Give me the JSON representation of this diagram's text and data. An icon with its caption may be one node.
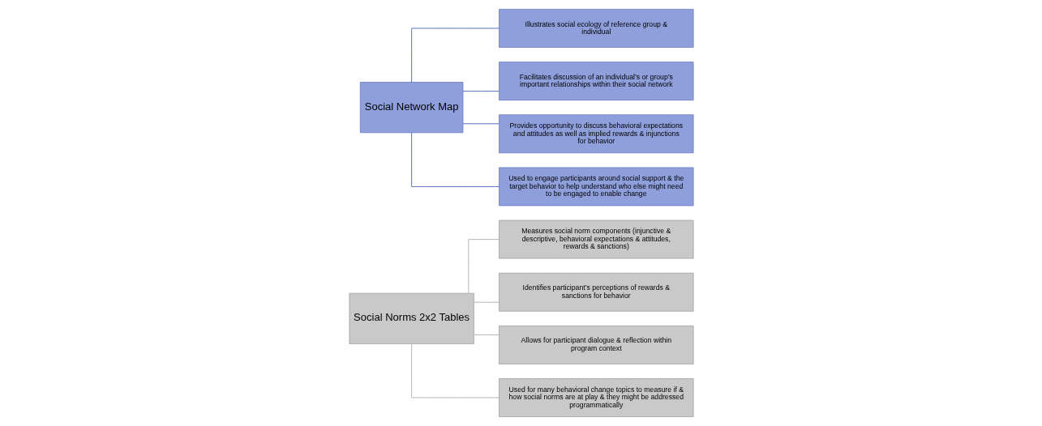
{
  "diagram": {
    "nodes": [
      {
        "text": [
          "Social Norms 2x2 Tables"
        ]
      },
      {
        "text": [
          "Measures social norm components (injunctive & descriptive, behavioral expectations & attitudes, rewards & sanctions)"
        ]
      },
      {
        "text": [
          "Identifies participant’s perceptions of rewards & sanctions for behavior"
        ]
      },
      {
        "text": [
          "Allows for participant dialogue & reflection within program context"
        ]
      },
      {
        "text": [
          "Used for many behavioral change topics to measure if & how social norms are at play & they might be addressed programmatically"
        ]
      },
      {
        "text": [
          "Social Network Map"
        ]
      },
      {
        "text": [
          "Illustrates social ecology of reference group & individual"
        ]
      },
      {
        "text": [
          "Facilitates discussion of an individual’s or group’s important relationships within their social network"
        ]
      },
      {
        "text": [
          "Provides opportunity to discuss behavioral expectations and attitudes as well as implied rewards & injunctions for behavior"
        ]
      },
      {
        "text": [
          "Used to engage participants around social support & the target behavior to help understand who else might need to be engaged to enable change"
        ]
      }
    ],
    "edges": [
      {
        "from": 0,
        "to": 1,
        "arrow": "none"
      },
      {
        "from": 0,
        "to": 2,
        "arrow": "none"
      },
      {
        "from": 0,
        "to": 3,
        "arrow": "none"
      },
      {
        "from": 0,
        "to": 4,
        "arrow": "none"
      },
      {
        "from": 5,
        "to": 6,
        "arrow": "none",
        "color": "#4a64b8"
      },
      {
        "from": 5,
        "to": 7,
        "arrow": "none",
        "color": "#4a64b8"
      },
      {
        "from": 5,
        "to": 8,
        "arrow": "none",
        "color": "#4a64b8"
      },
      {
        "from": 5,
        "to": 9,
        "arrow": "none",
        "color": "#4a64b8"
      }
    ]
  }
}
